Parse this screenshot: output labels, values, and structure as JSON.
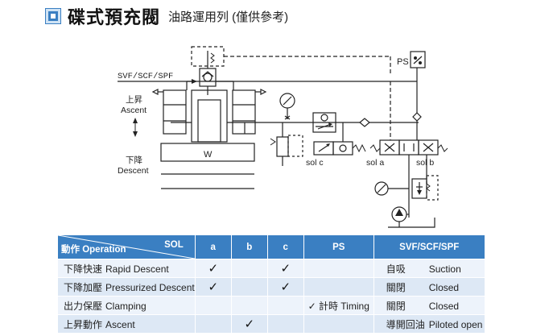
{
  "header": {
    "icon": "blue-square-icon",
    "title": "碟式預充閥",
    "subtitle": "油路運用列 (僅供參考)"
  },
  "diagram": {
    "svf_label": "SVF/SCF/SPF",
    "ascent_cn": "上昇",
    "ascent_en": "Ascent",
    "descent_cn": "下降",
    "descent_en": "Descent",
    "w_label": "W",
    "ps_label": "PS",
    "sol_c": "sol c",
    "sol_a": "sol a",
    "sol_b": "sol b"
  },
  "table": {
    "header": {
      "operation_cn": "動作",
      "operation_en": "Operation",
      "sol": "SOL",
      "a": "a",
      "b": "b",
      "c": "c",
      "ps": "PS",
      "svf": "SVF/SCF/SPF"
    },
    "check_mark": "✓",
    "rows": [
      {
        "mode_cn": "下降快速",
        "mode_en": "Rapid Descent",
        "a": "✓",
        "b": "",
        "c": "✓",
        "ps": "",
        "svf_cn": "自吸",
        "svf_en": "Suction"
      },
      {
        "mode_cn": "下降加壓",
        "mode_en": "Pressurized Descent",
        "a": "✓",
        "b": "",
        "c": "✓",
        "ps": "",
        "svf_cn": "關閉",
        "svf_en": "Closed"
      },
      {
        "mode_cn": "出力保壓",
        "mode_en": "Clamping",
        "a": "",
        "b": "",
        "c": "",
        "ps": "✓ 計時 Timing",
        "svf_cn": "關閉",
        "svf_en": "Closed"
      },
      {
        "mode_cn": "上昇動作",
        "mode_en": "Ascent",
        "a": "",
        "b": "✓",
        "c": "",
        "ps": "",
        "svf_cn": "導開回油",
        "svf_en": "Piloted open"
      }
    ]
  },
  "colors": {
    "accent": "#3a7fc2",
    "row_light": "#edf3fb",
    "row_dark": "#dde8f5"
  }
}
